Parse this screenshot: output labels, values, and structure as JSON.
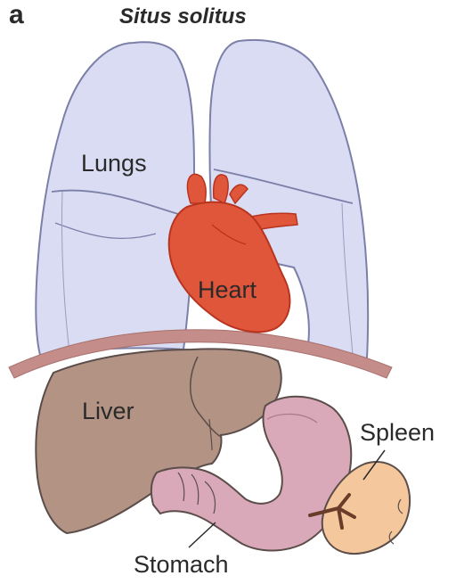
{
  "panel_label": "a",
  "title": "Situs solitus",
  "organs": {
    "lungs": "Lungs",
    "heart": "Heart",
    "liver": "Liver",
    "spleen": "Spleen",
    "stomach": "Stomach"
  },
  "colors": {
    "lungs": "#d9dcf2",
    "lungs_outline": "#7c80a8",
    "heart": "#e0563a",
    "heart_dark": "#b8341f",
    "diaphragm": "#c48d8a",
    "liver": "#b39384",
    "stomach": "#d9a9b9",
    "spleen": "#f4c79c",
    "vessel": "#6a3d2a",
    "outline": "#5b4d49"
  }
}
